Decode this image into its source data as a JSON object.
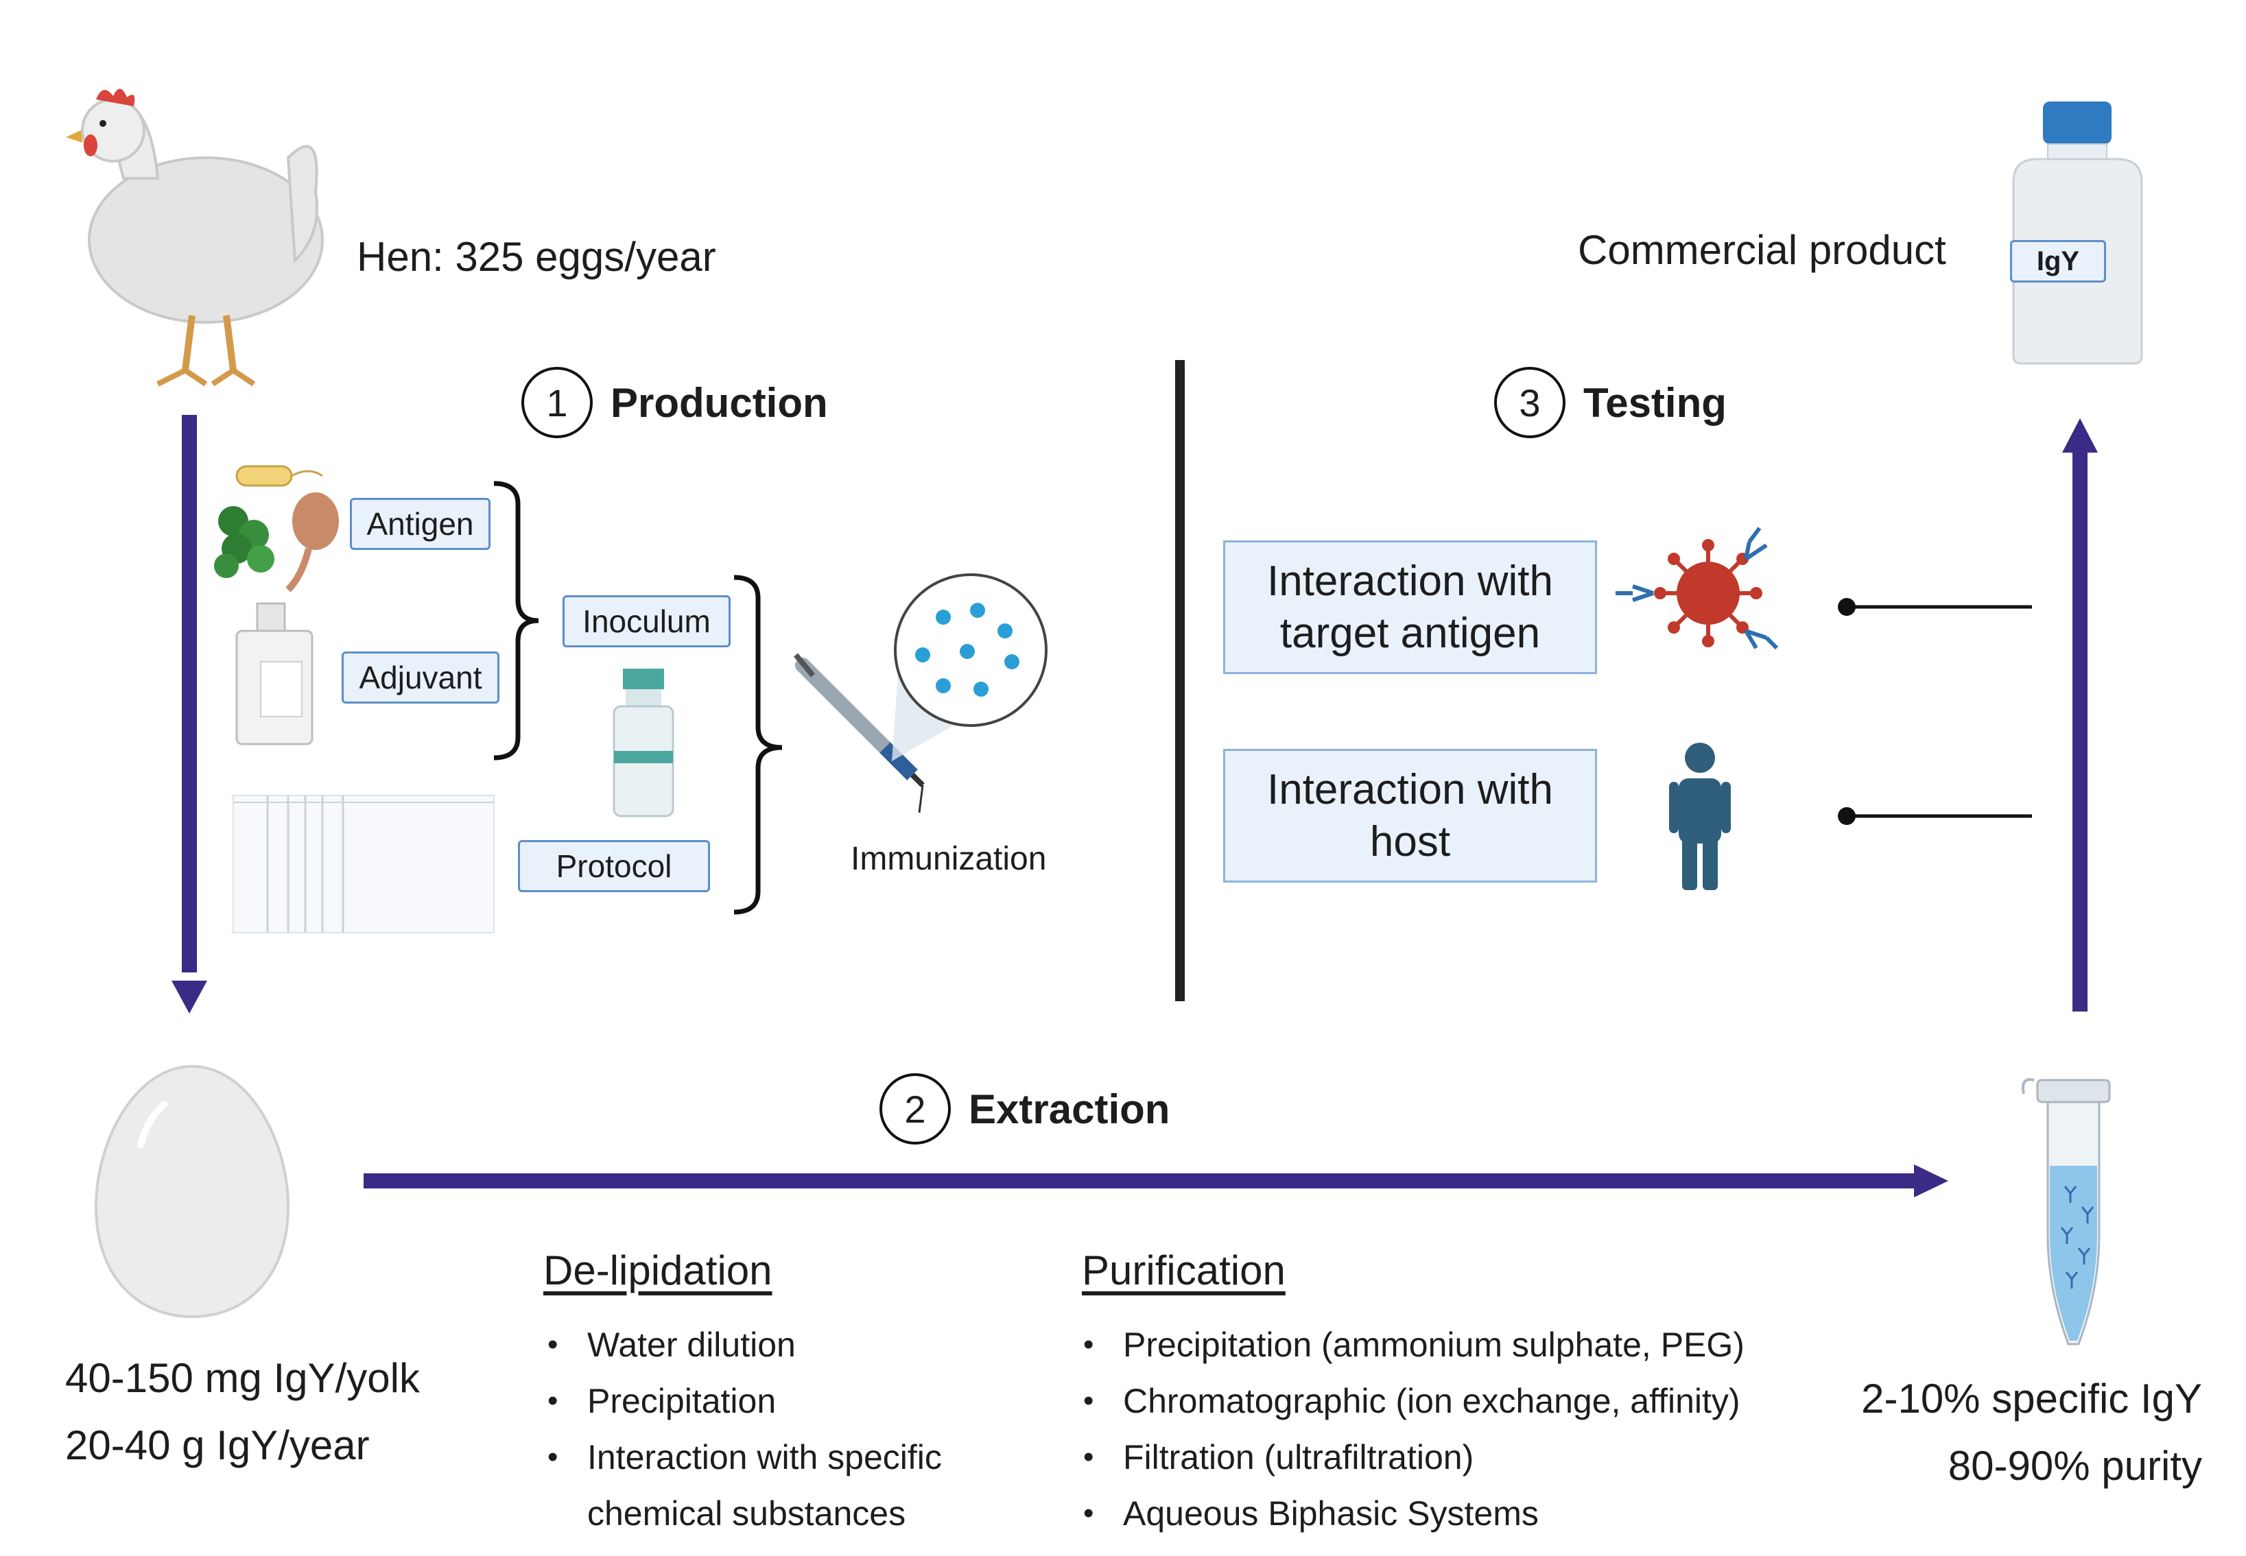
{
  "hen_label": "Hen: 325 eggs/year",
  "commercial_label": "Commercial product",
  "bottle_label": "IgY",
  "steps": [
    {
      "num": "1",
      "label": "Production"
    },
    {
      "num": "2",
      "label": "Extraction"
    },
    {
      "num": "3",
      "label": "Testing"
    }
  ],
  "production": {
    "antigen": "Antigen",
    "adjuvant": "Adjuvant",
    "inoculum": "Inoculum",
    "protocol": "Protocol",
    "immunization": "Immunization"
  },
  "testing": {
    "box1_line1": "Interaction with",
    "box1_line2": "target antigen",
    "box2_line1": "Interaction with",
    "box2_line2": "host"
  },
  "egg": {
    "line1": "40-150 mg IgY/yolk",
    "line2": "20-40 g IgY/year"
  },
  "tube": {
    "line1": "2-10% specific IgY",
    "line2": "80-90% purity"
  },
  "delipidation": {
    "heading": "De-lipidation",
    "items": [
      "Water dilution",
      "Precipitation",
      "Interaction with specific",
      "chemical substances"
    ]
  },
  "purification": {
    "heading": "Purification",
    "items": [
      "Precipitation (ammonium sulphate, PEG)",
      "Chromatographic (ion exchange, affinity)",
      "Filtration (ultrafiltration)",
      "Aqueous Biphasic Systems"
    ]
  },
  "colors": {
    "arrow": "#3b2a86",
    "box_fill": "#e9f1fb",
    "box_border": "#5b8fc8",
    "virus": "#c0392b",
    "person": "#2f5f7a"
  }
}
